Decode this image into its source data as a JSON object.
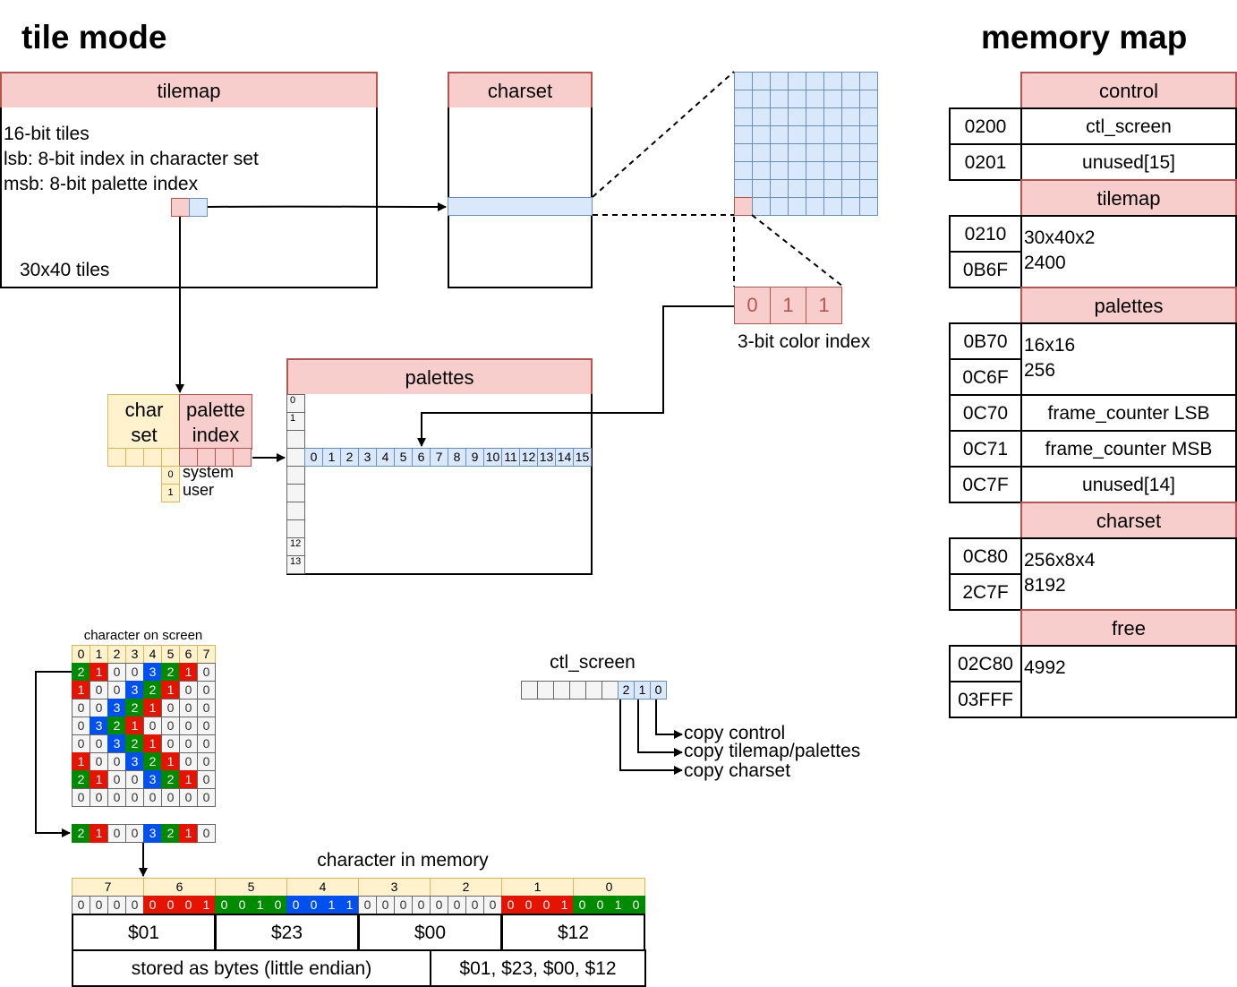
{
  "tile_mode_title": "tile mode",
  "memory_map_title": "memory map",
  "tilemap": {
    "header": "tilemap",
    "lines": [
      "16-bit tiles",
      "lsb: 8-bit index in character set",
      "msb: 8-bit palette index"
    ],
    "tiles_label": "30x40 tiles"
  },
  "charset_box": {
    "header": "charset"
  },
  "color_index": {
    "bits": [
      "0",
      "1",
      "1"
    ],
    "label": "3-bit color index"
  },
  "palettes_box": {
    "header": "palettes",
    "row_labels": [
      "0",
      "1",
      "12",
      "13"
    ],
    "entries": [
      "0",
      "1",
      "2",
      "3",
      "4",
      "5",
      "6",
      "7",
      "8",
      "9",
      "10",
      "11",
      "12",
      "13",
      "14",
      "15"
    ]
  },
  "attr": {
    "charset_label": "char\nset",
    "palette_label": "palette\nindex",
    "options": [
      {
        "bit": "0",
        "label": "system"
      },
      {
        "bit": "1",
        "label": "user"
      }
    ]
  },
  "char_screen": {
    "title": "character on screen",
    "col_headers": [
      "0",
      "1",
      "2",
      "3",
      "4",
      "5",
      "6",
      "7"
    ],
    "rows": [
      [
        2,
        1,
        0,
        0,
        3,
        2,
        1,
        0
      ],
      [
        1,
        0,
        0,
        3,
        2,
        1,
        0,
        0
      ],
      [
        0,
        0,
        3,
        2,
        1,
        0,
        0,
        0
      ],
      [
        0,
        3,
        2,
        1,
        0,
        0,
        0,
        0
      ],
      [
        0,
        0,
        3,
        2,
        1,
        0,
        0,
        0
      ],
      [
        1,
        0,
        0,
        3,
        2,
        1,
        0,
        0
      ],
      [
        2,
        1,
        0,
        0,
        3,
        2,
        1,
        0
      ],
      [
        0,
        0,
        0,
        0,
        0,
        0,
        0,
        0
      ]
    ],
    "row_extract": [
      2,
      1,
      0,
      0,
      3,
      2,
      1,
      0
    ]
  },
  "char_memory": {
    "title": "character in memory",
    "pixel_headers": [
      "7",
      "6",
      "5",
      "4",
      "3",
      "2",
      "1",
      "0"
    ],
    "bits": [
      {
        "b": [
          "0",
          "0",
          "0",
          "0"
        ],
        "c": "none"
      },
      {
        "b": [
          "0",
          "0",
          "0",
          "1"
        ],
        "c": "red"
      },
      {
        "b": [
          "0",
          "0",
          "1",
          "0"
        ],
        "c": "green"
      },
      {
        "b": [
          "0",
          "0",
          "1",
          "1"
        ],
        "c": "blue"
      },
      {
        "b": [
          "0",
          "0",
          "0",
          "0"
        ],
        "c": "none"
      },
      {
        "b": [
          "0",
          "0",
          "0",
          "0"
        ],
        "c": "none"
      },
      {
        "b": [
          "0",
          "0",
          "0",
          "1"
        ],
        "c": "red"
      },
      {
        "b": [
          "0",
          "0",
          "1",
          "0"
        ],
        "c": "green"
      }
    ],
    "bytes": [
      "$01",
      "$23",
      "$00",
      "$12"
    ],
    "stored_label": "stored as bytes (little endian)",
    "stored_value": "$01, $23, $00, $12"
  },
  "ctl_screen": {
    "title": "ctl_screen",
    "bits": [
      "",
      "",
      "",
      "",
      "",
      "",
      "2",
      "1",
      "0"
    ],
    "actions": [
      "copy control",
      "copy tilemap/palettes",
      "copy charset"
    ]
  },
  "memory_map": [
    {
      "header": "control",
      "rows": [
        {
          "addr": [
            "0200"
          ],
          "desc": "ctl_screen"
        },
        {
          "addr": [
            "0201"
          ],
          "desc": "unused[15]"
        }
      ]
    },
    {
      "header": "tilemap",
      "rows": [
        {
          "addr": [
            "0210",
            "0B6F"
          ],
          "desc": "30x40x2\n2400"
        }
      ]
    },
    {
      "header": "palettes",
      "rows": [
        {
          "addr": [
            "0B70",
            "0C6F"
          ],
          "desc": "16x16\n256"
        },
        {
          "addr": [
            "0C70"
          ],
          "desc": "frame_counter LSB"
        },
        {
          "addr": [
            "0C71"
          ],
          "desc": "frame_counter MSB"
        },
        {
          "addr": [
            "0C7F"
          ],
          "desc": "unused[14]"
        }
      ]
    },
    {
      "header": "charset",
      "rows": [
        {
          "addr": [
            "0C80",
            "2C7F"
          ],
          "desc": "256x8x4\n8192"
        }
      ]
    },
    {
      "header": "free",
      "rows": [
        {
          "addr": [
            "02C80",
            "03FFF"
          ],
          "desc": "4992"
        }
      ]
    }
  ],
  "colors": {
    "red_header": "#f8cecc",
    "red_border": "#b85450",
    "blue_fill": "#dae8fc",
    "blue_border": "#6c8ebf",
    "yellow_fill": "#fff2cc",
    "yellow_border": "#d6b656",
    "val_green": "#008a00",
    "val_red": "#e51400",
    "val_blue": "#0050ef",
    "val_grey": "#f5f5f5"
  }
}
